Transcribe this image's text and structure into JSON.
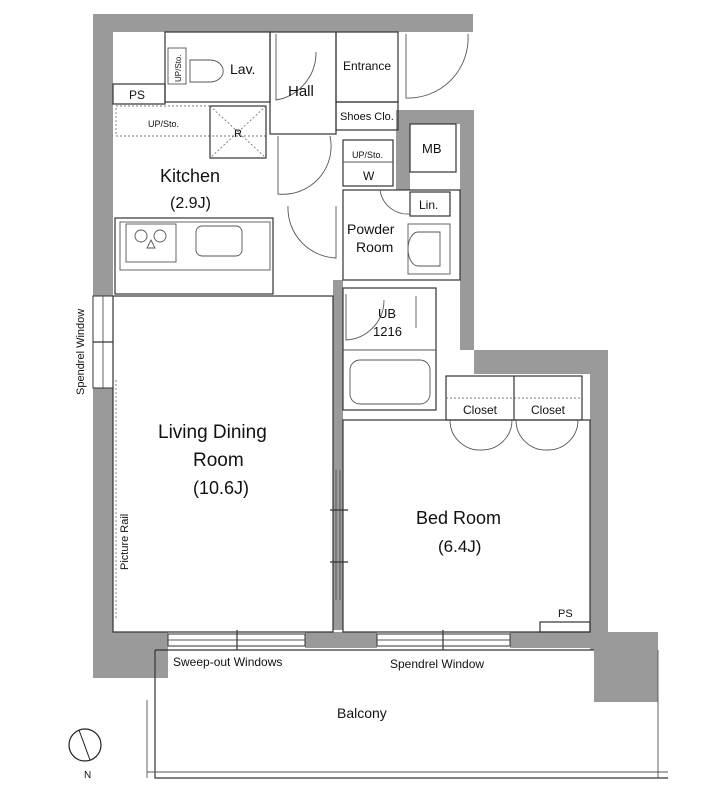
{
  "colors": {
    "wall": "#9a9a9a",
    "line": "#333333",
    "text": "#111111"
  },
  "icons": [
    "north-arrow-icon",
    "stove-burner-icon"
  ],
  "labels": {
    "lav": "Lav.",
    "up_sto_lav": "UP/Sto.",
    "ps_top": "PS",
    "hall": "Hall",
    "entrance": "Entrance",
    "shoes_clo": "Shoes Clo.",
    "up_sto_kitchen": "UP/Sto.",
    "r": "R",
    "mb": "MB",
    "up_sto_w": "UP/Sto.",
    "w": "W",
    "kitchen": "Kitchen",
    "kitchen_size": "(2.9J)",
    "lin": "Lin.",
    "powder_room_1": "Powder",
    "powder_room_2": "Room",
    "ub": "UB",
    "ub_size": "1216",
    "spendrel_window_side": "Spendrel Window",
    "closet_1": "Closet",
    "closet_2": "Closet",
    "living_1": "Living Dining",
    "living_2": "Room",
    "living_size": "(10.6J)",
    "picture_rail": "Picture Rail",
    "bedroom": "Bed Room",
    "bedroom_size": "(6.4J)",
    "ps_bed": "PS",
    "sweep_out": "Sweep-out Windows",
    "spendrel_window_bottom": "Spendrel Window",
    "balcony": "Balcony",
    "north": "N"
  }
}
